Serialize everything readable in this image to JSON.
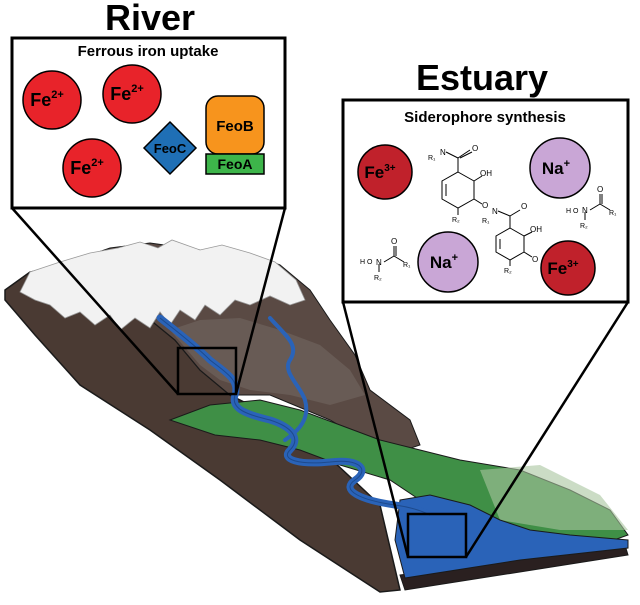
{
  "river": {
    "title": "River",
    "panel_title": "Ferrous iron uptake",
    "ions": [
      {
        "base": "Fe",
        "charge": "2+"
      },
      {
        "base": "Fe",
        "charge": "2+"
      },
      {
        "base": "Fe",
        "charge": "2+"
      }
    ],
    "proteins": {
      "feoc": "FeoC",
      "feob": "FeoB",
      "feoa": "FeoA"
    }
  },
  "estuary": {
    "title": "Estuary",
    "panel_title": "Siderophore synthesis",
    "ions": [
      {
        "base": "Fe",
        "charge": "3+"
      },
      {
        "base": "Na",
        "charge": "+"
      },
      {
        "base": "Na",
        "charge": "+"
      },
      {
        "base": "Fe",
        "charge": "3+"
      }
    ],
    "chem_labels": {
      "r1": "R₁",
      "r2": "R₂",
      "n": "N",
      "o": "O",
      "oh": "OH",
      "h": "H"
    }
  },
  "colors": {
    "fe2": "#e8232a",
    "fe3": "#c0212b",
    "na": "#c9a6d6",
    "feoc": "#1f6fb5",
    "feob": "#f7941d",
    "feoa": "#3db54a",
    "water": "#2a63b8",
    "grass": "#3f8f46",
    "rock": "#4a3a33",
    "snow": "#f2f2f2"
  }
}
